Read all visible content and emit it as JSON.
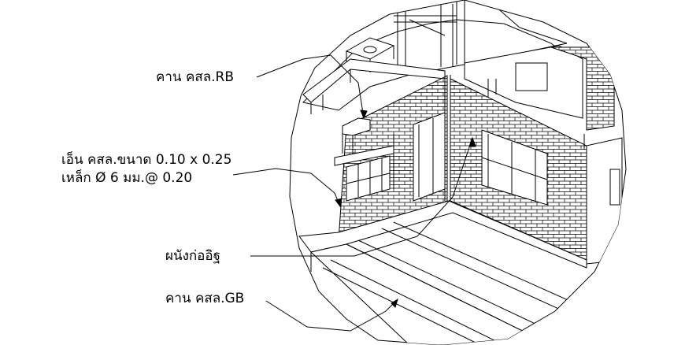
{
  "diagram": {
    "labels": {
      "rb_beam": "คาน คสล.RB",
      "lintel_line1": "เอ็น คสล.ขนาด 0.10 x 0.25",
      "lintel_line2": "เหล็ก Ø 6 มม.@ 0.20",
      "brick_wall": "ผนังก่ออิฐ",
      "gb_beam": "คาน คสล.GB"
    },
    "colors": {
      "ink": "#000000",
      "paper": "#ffffff"
    }
  }
}
